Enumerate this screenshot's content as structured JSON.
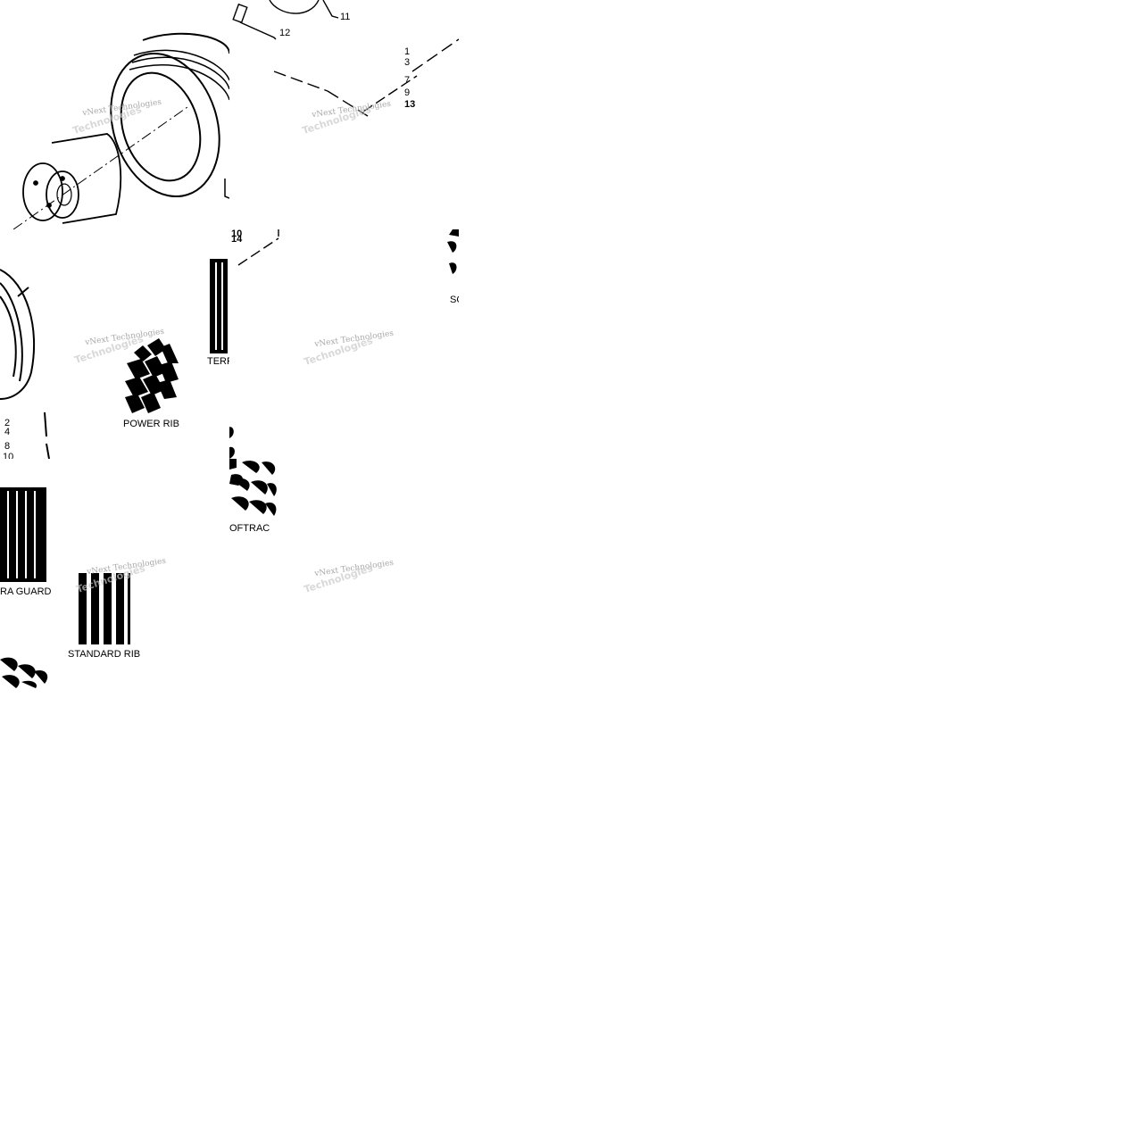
{
  "watermark": {
    "line1": "vNext Technologies",
    "line2": "Technologies"
  },
  "tiles": {
    "r0c0": {
      "callouts": []
    },
    "r0c1": {
      "callouts": [
        "11",
        "12",
        "1",
        "3",
        "7",
        "9",
        "13"
      ]
    },
    "r1c0": {
      "tread_label": "POWER RIB",
      "callouts": [
        "2",
        "4",
        "8",
        "10"
      ]
    },
    "r1c1": {
      "callouts": [
        "10",
        "14"
      ],
      "tread_label_partial": "TERR"
    },
    "r1c1b": {
      "tread_label_partial": "SC"
    },
    "r2c0": {
      "tread_label_partial": "RA GUARD",
      "tread_label_b": "STANDARD RIB"
    },
    "r2c1": {
      "tread_label_partial": "OFTRAC"
    }
  },
  "icons": {
    "tire": "tire-exploded-icon",
    "rim": "wheel-rim-icon",
    "valve": "valve-stem-icon",
    "tread_rib": "tread-power-rib-icon",
    "tread_terra": "tread-terra-guard-icon",
    "tread_soft": "tread-softrac-icon",
    "tread_std": "tread-standard-rib-icon"
  }
}
